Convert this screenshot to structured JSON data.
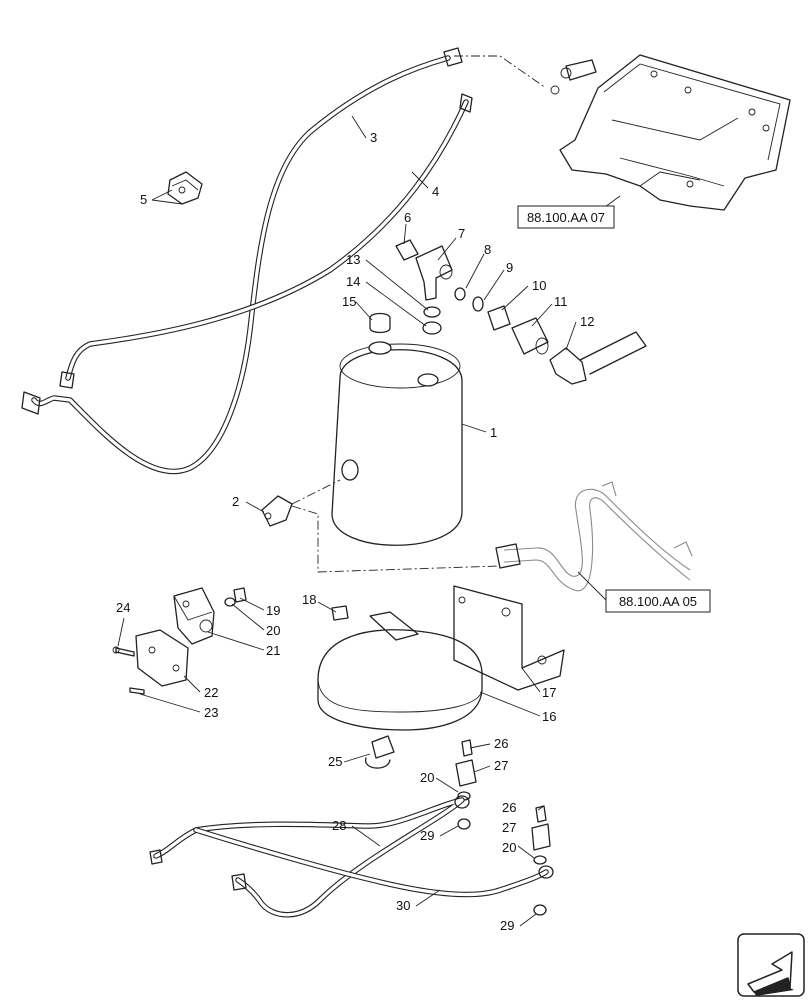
{
  "callouts": {
    "c1": "1",
    "c2": "2",
    "c3": "3",
    "c4": "4",
    "c5": "5",
    "c6": "6",
    "c7": "7",
    "c8": "8",
    "c9": "9",
    "c10": "10",
    "c11": "11",
    "c12": "12",
    "c13": "13",
    "c14": "14",
    "c15": "15",
    "c16": "16",
    "c17": "17",
    "c18": "18",
    "c19": "19",
    "c20a": "20",
    "c20b": "20",
    "c20c": "20",
    "c21": "21",
    "c22": "22",
    "c23": "23",
    "c24": "24",
    "c25": "25",
    "c26a": "26",
    "c26b": "26",
    "c27a": "27",
    "c27b": "27",
    "c28": "28",
    "c29a": "29",
    "c29b": "29",
    "c30": "30"
  },
  "references": {
    "top_frame": "88.100.AA 07",
    "right_pipe": "88.100.AA 05"
  },
  "icons": {
    "corner": "arrow-navigation-icon"
  }
}
